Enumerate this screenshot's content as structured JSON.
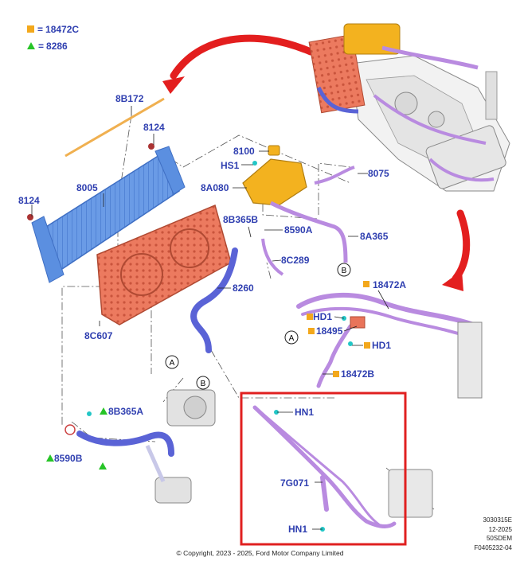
{
  "legend": {
    "items": [
      {
        "symbol": "square",
        "color": "#f3a81c",
        "eq": "=",
        "code": "18472C"
      },
      {
        "symbol": "triangle",
        "color": "#27c427",
        "eq": "=",
        "code": "8286"
      }
    ]
  },
  "callouts": [
    {
      "id": "c-8b172",
      "text": "8B172"
    },
    {
      "id": "c-8124a",
      "text": "8124"
    },
    {
      "id": "c-8005",
      "text": "8005"
    },
    {
      "id": "c-8124b",
      "text": "8124"
    },
    {
      "id": "c-8100",
      "text": "8100"
    },
    {
      "id": "c-hs1",
      "text": "HS1"
    },
    {
      "id": "c-8a080",
      "text": "8A080"
    },
    {
      "id": "c-8075",
      "text": "8075"
    },
    {
      "id": "c-8b365b",
      "text": "8B365B"
    },
    {
      "id": "c-8590a",
      "text": "8590A"
    },
    {
      "id": "c-8a365",
      "text": "8A365"
    },
    {
      "id": "c-8c289",
      "text": "8C289"
    },
    {
      "id": "c-8260",
      "text": "8260"
    },
    {
      "id": "c-8c607",
      "text": "8C607"
    },
    {
      "id": "c-18472a",
      "text": "18472A"
    },
    {
      "id": "c-hd1a",
      "text": "HD1"
    },
    {
      "id": "c-18495",
      "text": "18495"
    },
    {
      "id": "c-hd1b",
      "text": "HD1"
    },
    {
      "id": "c-18472b",
      "text": "18472B"
    },
    {
      "id": "c-8b365a",
      "text": "8B365A"
    },
    {
      "id": "c-8590b",
      "text": "8590B"
    },
    {
      "id": "c-hn1a",
      "text": "HN1"
    },
    {
      "id": "c-7g071",
      "text": "7G071"
    },
    {
      "id": "c-hn1b",
      "text": "HN1"
    }
  ],
  "ref_circles": [
    {
      "id": "ref-b-top",
      "text": "B"
    },
    {
      "id": "ref-a-right",
      "text": "A"
    },
    {
      "id": "ref-a-bottom",
      "text": "A"
    },
    {
      "id": "ref-b-bottom",
      "text": "B"
    }
  ],
  "meta": {
    "line1": "3030315E",
    "line2": "12-2025",
    "line3": "50SDEM",
    "line4": "F0405232-04"
  },
  "copyright": "© Copyright, 2023 - 2025, Ford Motor Company Limited",
  "colors": {
    "callout_text": "#2f3fb0",
    "legend_square": "#f3a81c",
    "legend_triangle": "#27c427",
    "radiator": "#5b8fe0",
    "fan_shroud": "#e9745a",
    "reservoir": "#f3b21f",
    "hose_purple": "#b98be0",
    "hose_blue": "#5a63d6",
    "highlight_box": "#e02020",
    "arrow_red": "#e31e1e",
    "rod_orange": "#f0b050"
  }
}
